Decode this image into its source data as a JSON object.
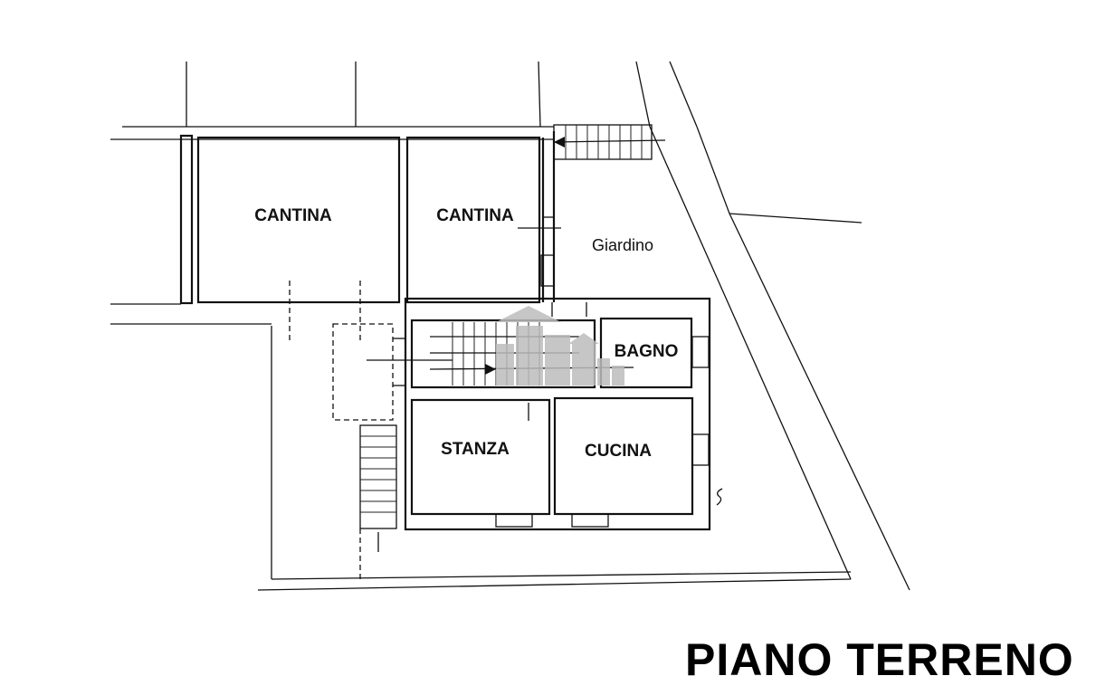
{
  "plan": {
    "title": "PIANO TERRENO",
    "rooms": {
      "cantina_1": "CANTINA",
      "cantina_2": "CANTINA",
      "giardino": "Giardino",
      "bagno": "BAGNO",
      "stanza": "STANZA",
      "cucina": "CUCINA"
    }
  }
}
